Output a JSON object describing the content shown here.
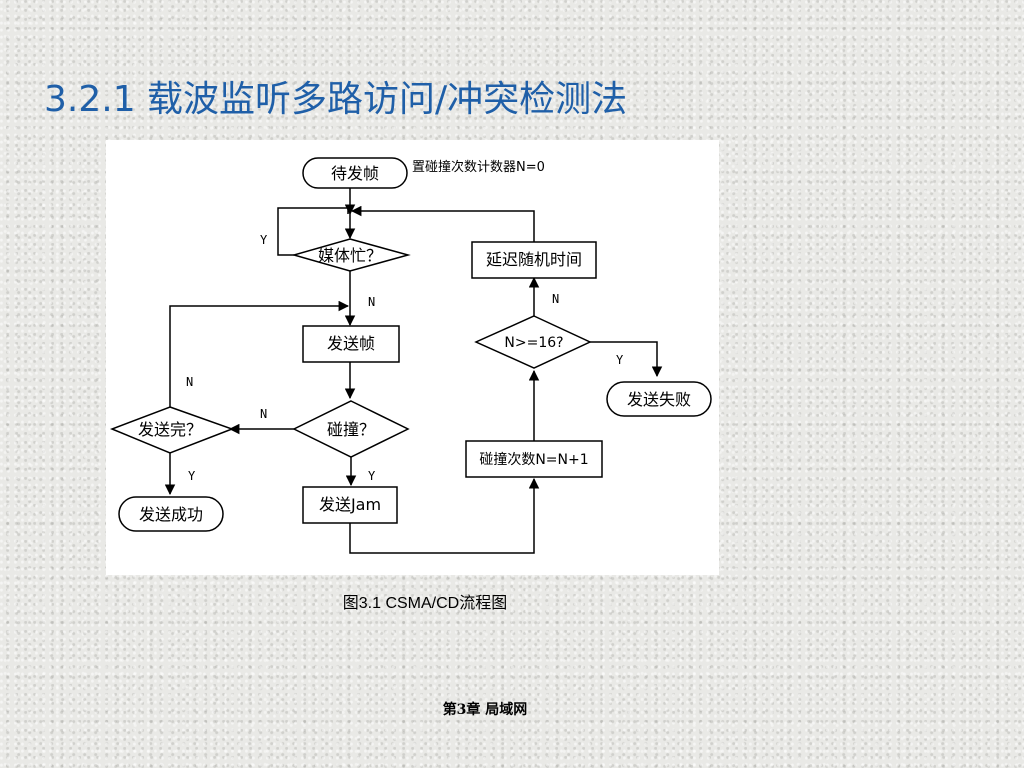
{
  "slide": {
    "title": "3.2.1 载波监听多路访问/冲突检测法",
    "caption": "图3.1  CSMA/CD流程图",
    "footer": "第3章 局域网"
  },
  "flowchart": {
    "nodes": {
      "wait_frame": "待发帧",
      "init_note": "置碰撞次数计数器N=0",
      "medium_busy": "媒体忙？",
      "send_frame": "发送帧",
      "collision": "碰撞？",
      "send_done": "发送完？",
      "send_success": "发送成功",
      "send_jam": "发送Jam",
      "count_inc": "碰撞次数N=N+1",
      "n_check": "N>=16?",
      "send_fail": "发送失败",
      "random_delay": "延迟随机时间"
    },
    "edge_labels": {
      "busy_yes": "Y",
      "busy_no": "N",
      "collision_yes": "Y",
      "collision_no": "N",
      "done_yes": "Y",
      "done_no": "N",
      "n_check_yes": "Y",
      "n_check_no": "N"
    }
  }
}
